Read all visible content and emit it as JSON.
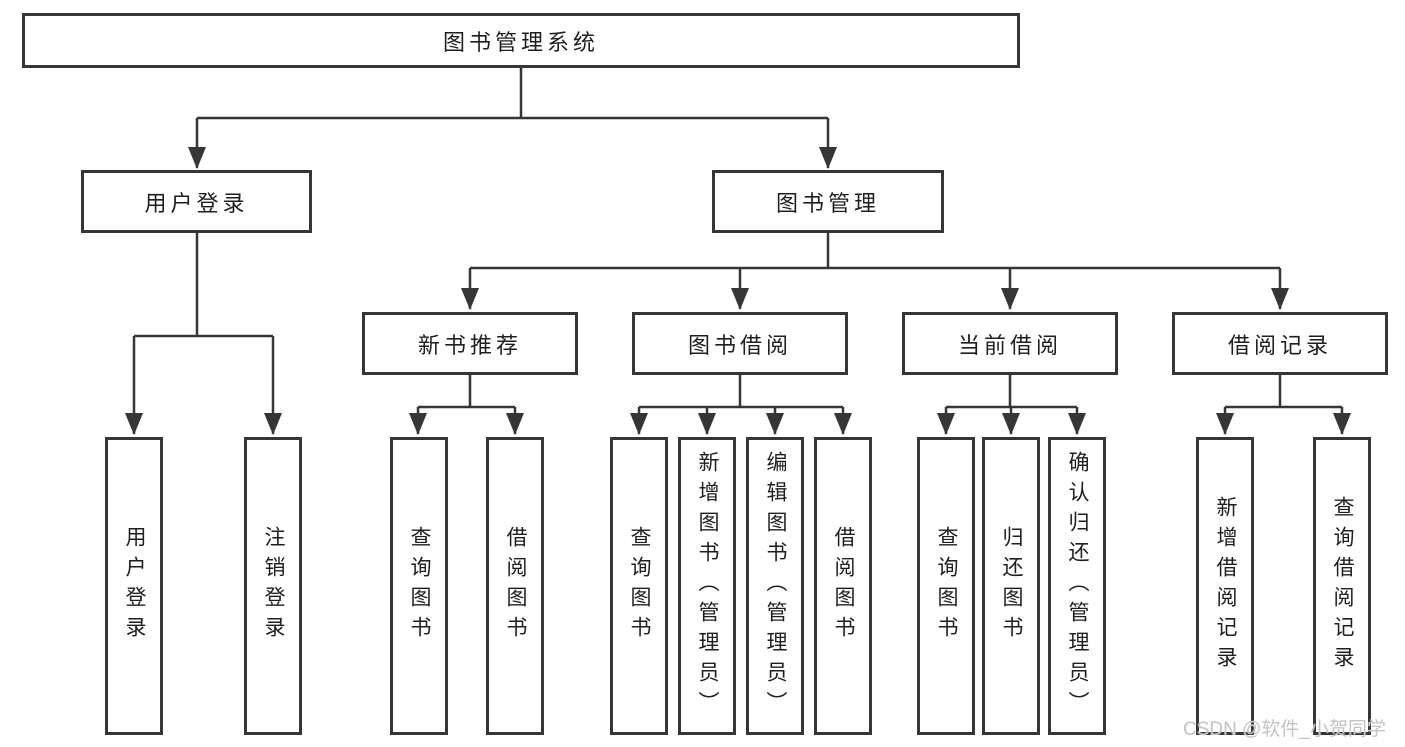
{
  "tree": {
    "root": {
      "label": "图书管理系统"
    },
    "branches": [
      {
        "label": "用户登录",
        "children": [
          {
            "label": "用户登录"
          },
          {
            "label": "注销登录"
          }
        ]
      },
      {
        "label": "图书管理",
        "children": [
          {
            "label": "新书推荐",
            "children": [
              {
                "label": "查询图书"
              },
              {
                "label": "借阅图书"
              }
            ]
          },
          {
            "label": "图书借阅",
            "children": [
              {
                "label": "查询图书"
              },
              {
                "label": "新增图书（管理员）"
              },
              {
                "label": "编辑图书（管理员）"
              },
              {
                "label": "借阅图书"
              }
            ]
          },
          {
            "label": "当前借阅",
            "children": [
              {
                "label": "查询图书"
              },
              {
                "label": "归还图书"
              },
              {
                "label": "确认归还（管理员）"
              }
            ]
          },
          {
            "label": "借阅记录",
            "children": [
              {
                "label": "新增借阅记录"
              },
              {
                "label": "查询借阅记录"
              }
            ]
          }
        ]
      }
    ]
  },
  "watermark": {
    "text": "CSDN @软件_小贺同学",
    "color": "#c3c3c3"
  },
  "colors": {
    "line": "#363636",
    "box_border": "#363636",
    "box_background": "#ffffff",
    "text": "#1f1f1f",
    "background": "#ffffff"
  }
}
